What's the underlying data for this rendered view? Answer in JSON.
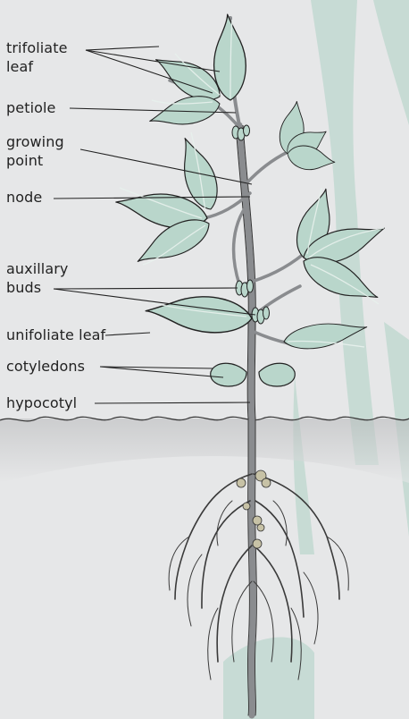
{
  "labels": {
    "trifoliate_leaf": [
      "trifoliate",
      "leaf"
    ],
    "petiole": "petiole",
    "growing_point": [
      "growing",
      "point"
    ],
    "node": "node",
    "auxillary_buds": [
      "auxillary",
      "buds"
    ],
    "unifoliate_leaf": "unifoliate leaf",
    "cotyledons": "cotyledons",
    "hypocotyl": "hypocotyl"
  },
  "colors": {
    "background": "#e6e7e8",
    "leaf_fill": "#b9d6cb",
    "leaf_outline": "#222222",
    "stem": "#7d7f82",
    "soil_shadow": "#c9cacc",
    "backdrop_accent": "#a9cfc2"
  }
}
